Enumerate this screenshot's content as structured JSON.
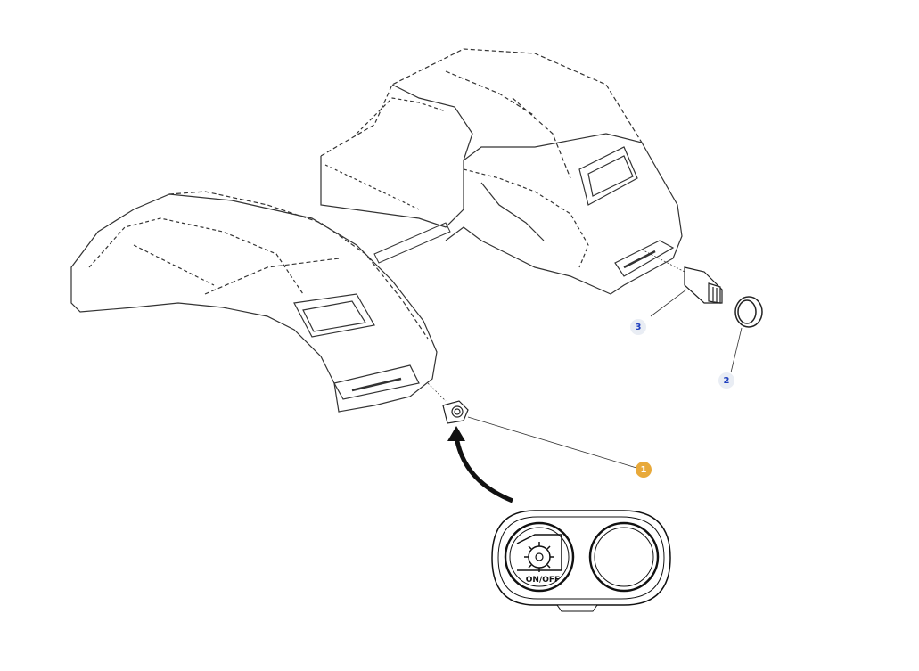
{
  "diagram": {
    "callouts": [
      {
        "label": "1",
        "state": "selected"
      },
      {
        "label": "2",
        "state": "normal"
      },
      {
        "label": "3",
        "state": "normal"
      }
    ],
    "switch_label": "ON/OFF"
  },
  "colors": {
    "line": "#1a1a1a",
    "dashed": "#555555",
    "callout_selected": "#e8a93a",
    "callout_normal": "#e9edf4",
    "callout_text": "#1f3fbf"
  }
}
